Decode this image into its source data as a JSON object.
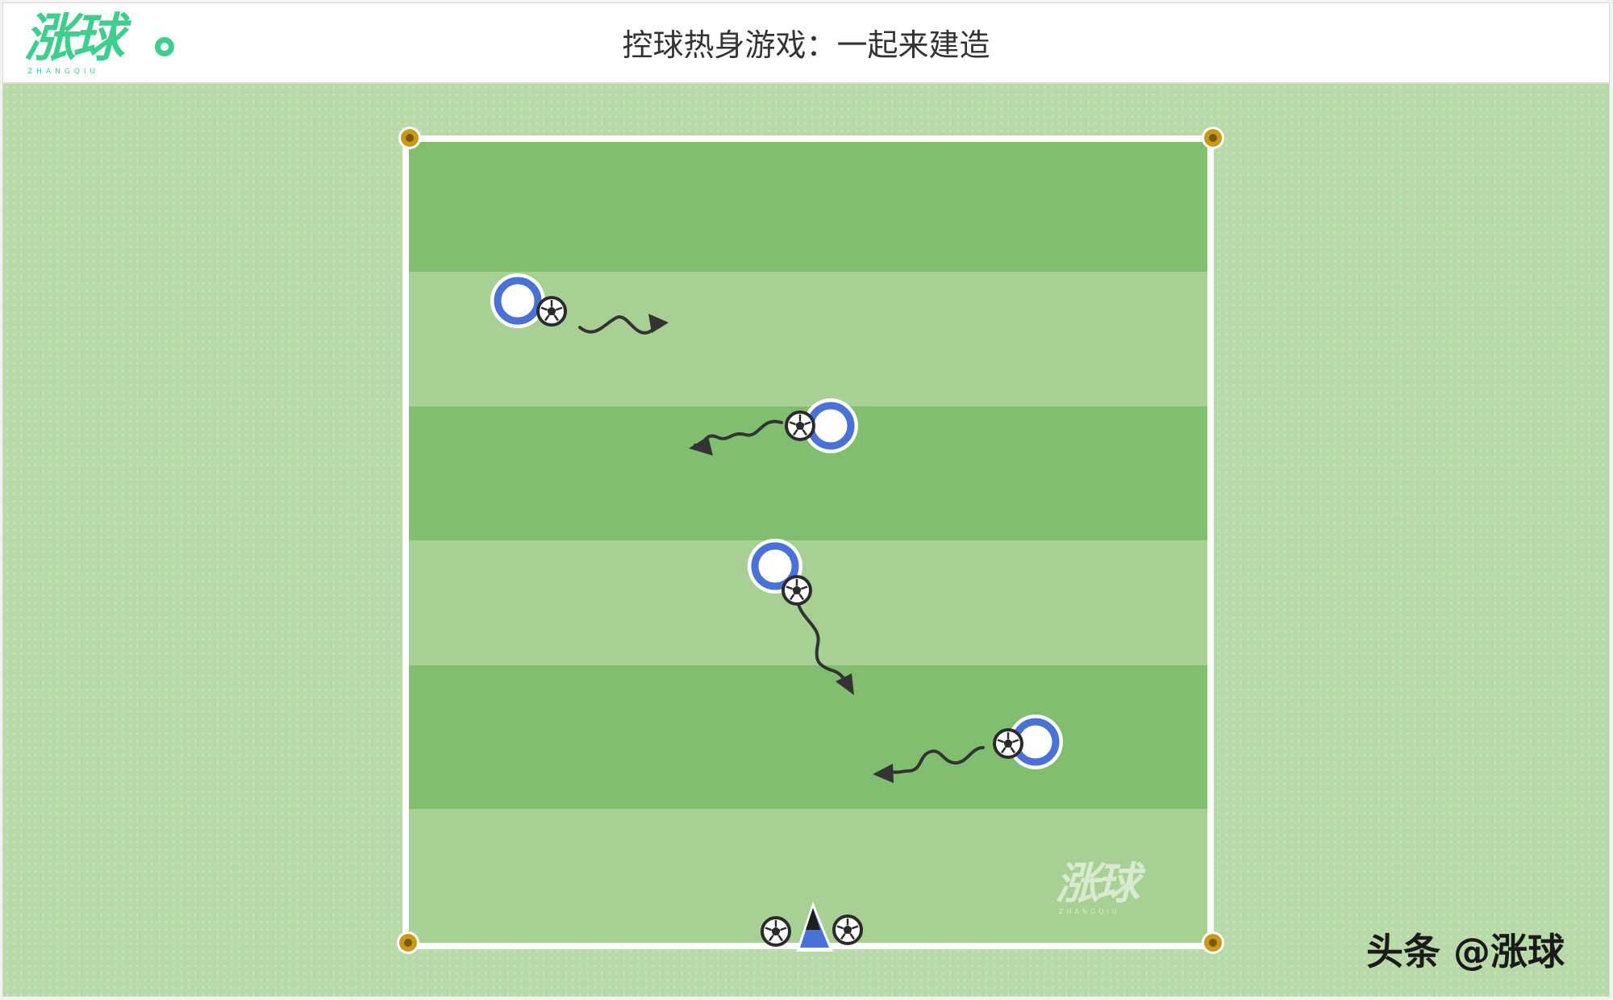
{
  "header": {
    "logo_text": "涨球",
    "logo_subtext": "ZHANGQIU",
    "title": "控球热身游戏：一起来建造"
  },
  "board": {
    "watermark_text": "涨球",
    "watermark_subtext": "ZHANGQIU",
    "credit": "头条 @涨球"
  },
  "elements": {
    "players": 4,
    "balls": 6,
    "cones": 1,
    "dribble_paths": 4,
    "corner_markers": 4
  },
  "colors": {
    "brand": "#3ecf8e",
    "stripe_dark": "#82be70",
    "stripe_light": "#a8d094",
    "player_ring": "#4a72d6",
    "corner_marker": "#c99a1a",
    "path": "#333333"
  }
}
